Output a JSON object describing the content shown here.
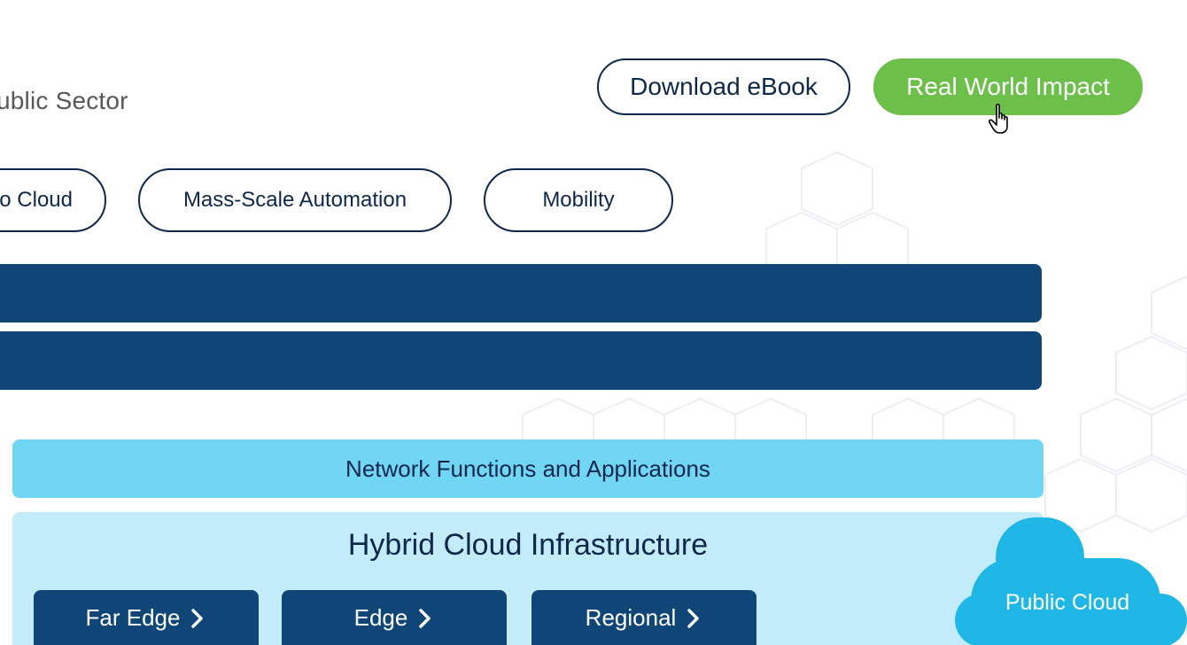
{
  "header": {
    "sector_label": "ublic Sector",
    "download_label": "Download eBook",
    "impact_label": "Real World Impact"
  },
  "tags": [
    {
      "label": "o Cloud"
    },
    {
      "label": "Mass-Scale Automation"
    },
    {
      "label": "Mobility"
    }
  ],
  "architecture": {
    "nfa_label": "Network Functions and Applications",
    "hci_title": "Hybrid Cloud Infrastructure",
    "locations": [
      {
        "label": "Far Edge"
      },
      {
        "label": "Edge"
      },
      {
        "label": "Regional"
      }
    ],
    "public_cloud_label": "Public Cloud"
  },
  "colors": {
    "navy": "#0f4677",
    "green": "#6cc04a",
    "light_cyan": "#70d6f3",
    "pale_cyan": "#c3ecfb",
    "cloud_blue": "#1fb8e6"
  }
}
